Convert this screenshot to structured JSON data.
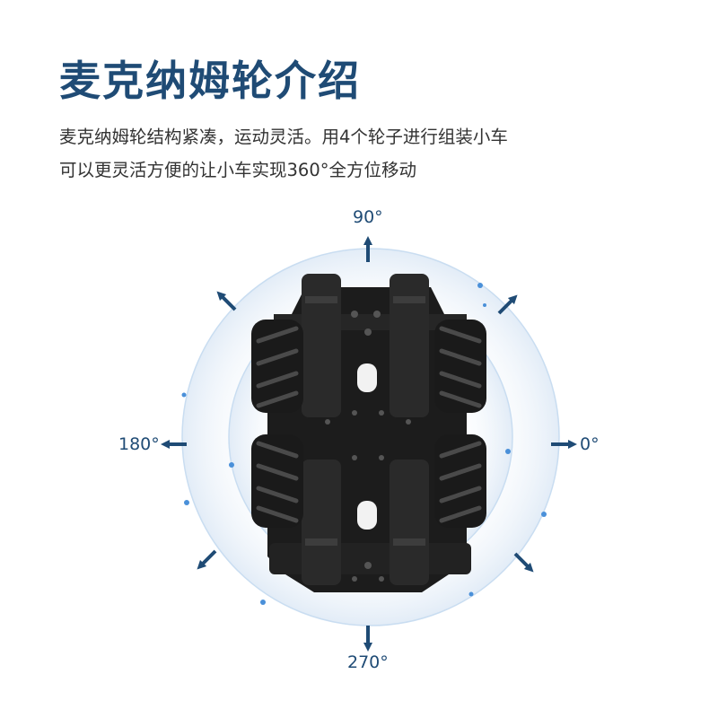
{
  "header": {
    "title": "麦克纳姆轮介绍",
    "description_line1": "麦克纳姆轮结构紧凑，运动灵活。用4个轮子进行组装小车",
    "description_line2": "可以更灵活方便的让小车实现360°全方位移动"
  },
  "diagram": {
    "angle_90": "90°",
    "angle_0": "0°",
    "angle_180": "180°",
    "angle_270": "270°",
    "accent_color": "#1f4b75",
    "ring_color": "#c9ddf1",
    "dot_color": "#4a90d9",
    "chassis_color": "#1c1c1c",
    "icon": "robot-car-mecanum-chassis"
  }
}
